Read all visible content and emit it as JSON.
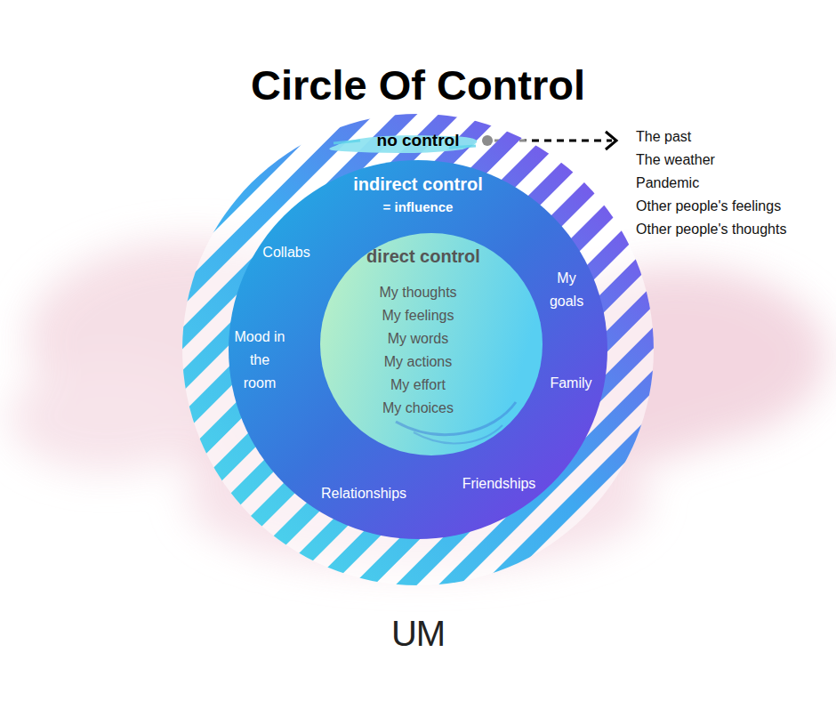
{
  "diagram": {
    "title": "Circle Of Control",
    "nodes": [
      {
        "text": [
          "no control"
        ]
      },
      {
        "text": [
          "indirect control",
          "= influence",
          "Collabs",
          "My goals",
          "Mood in the room",
          "Family",
          "Relationships",
          "Friendships"
        ],
        "in": 0
      },
      {
        "text": [
          "direct control",
          "My thoughts",
          "My feelings",
          "My words",
          "My actions",
          "My effort",
          "My choices"
        ],
        "in": 1
      }
    ],
    "labels": [
      "The past",
      "The weather",
      "Pandemic",
      "Other people's feelings",
      "Other people's thoughts",
      "UM"
    ]
  }
}
